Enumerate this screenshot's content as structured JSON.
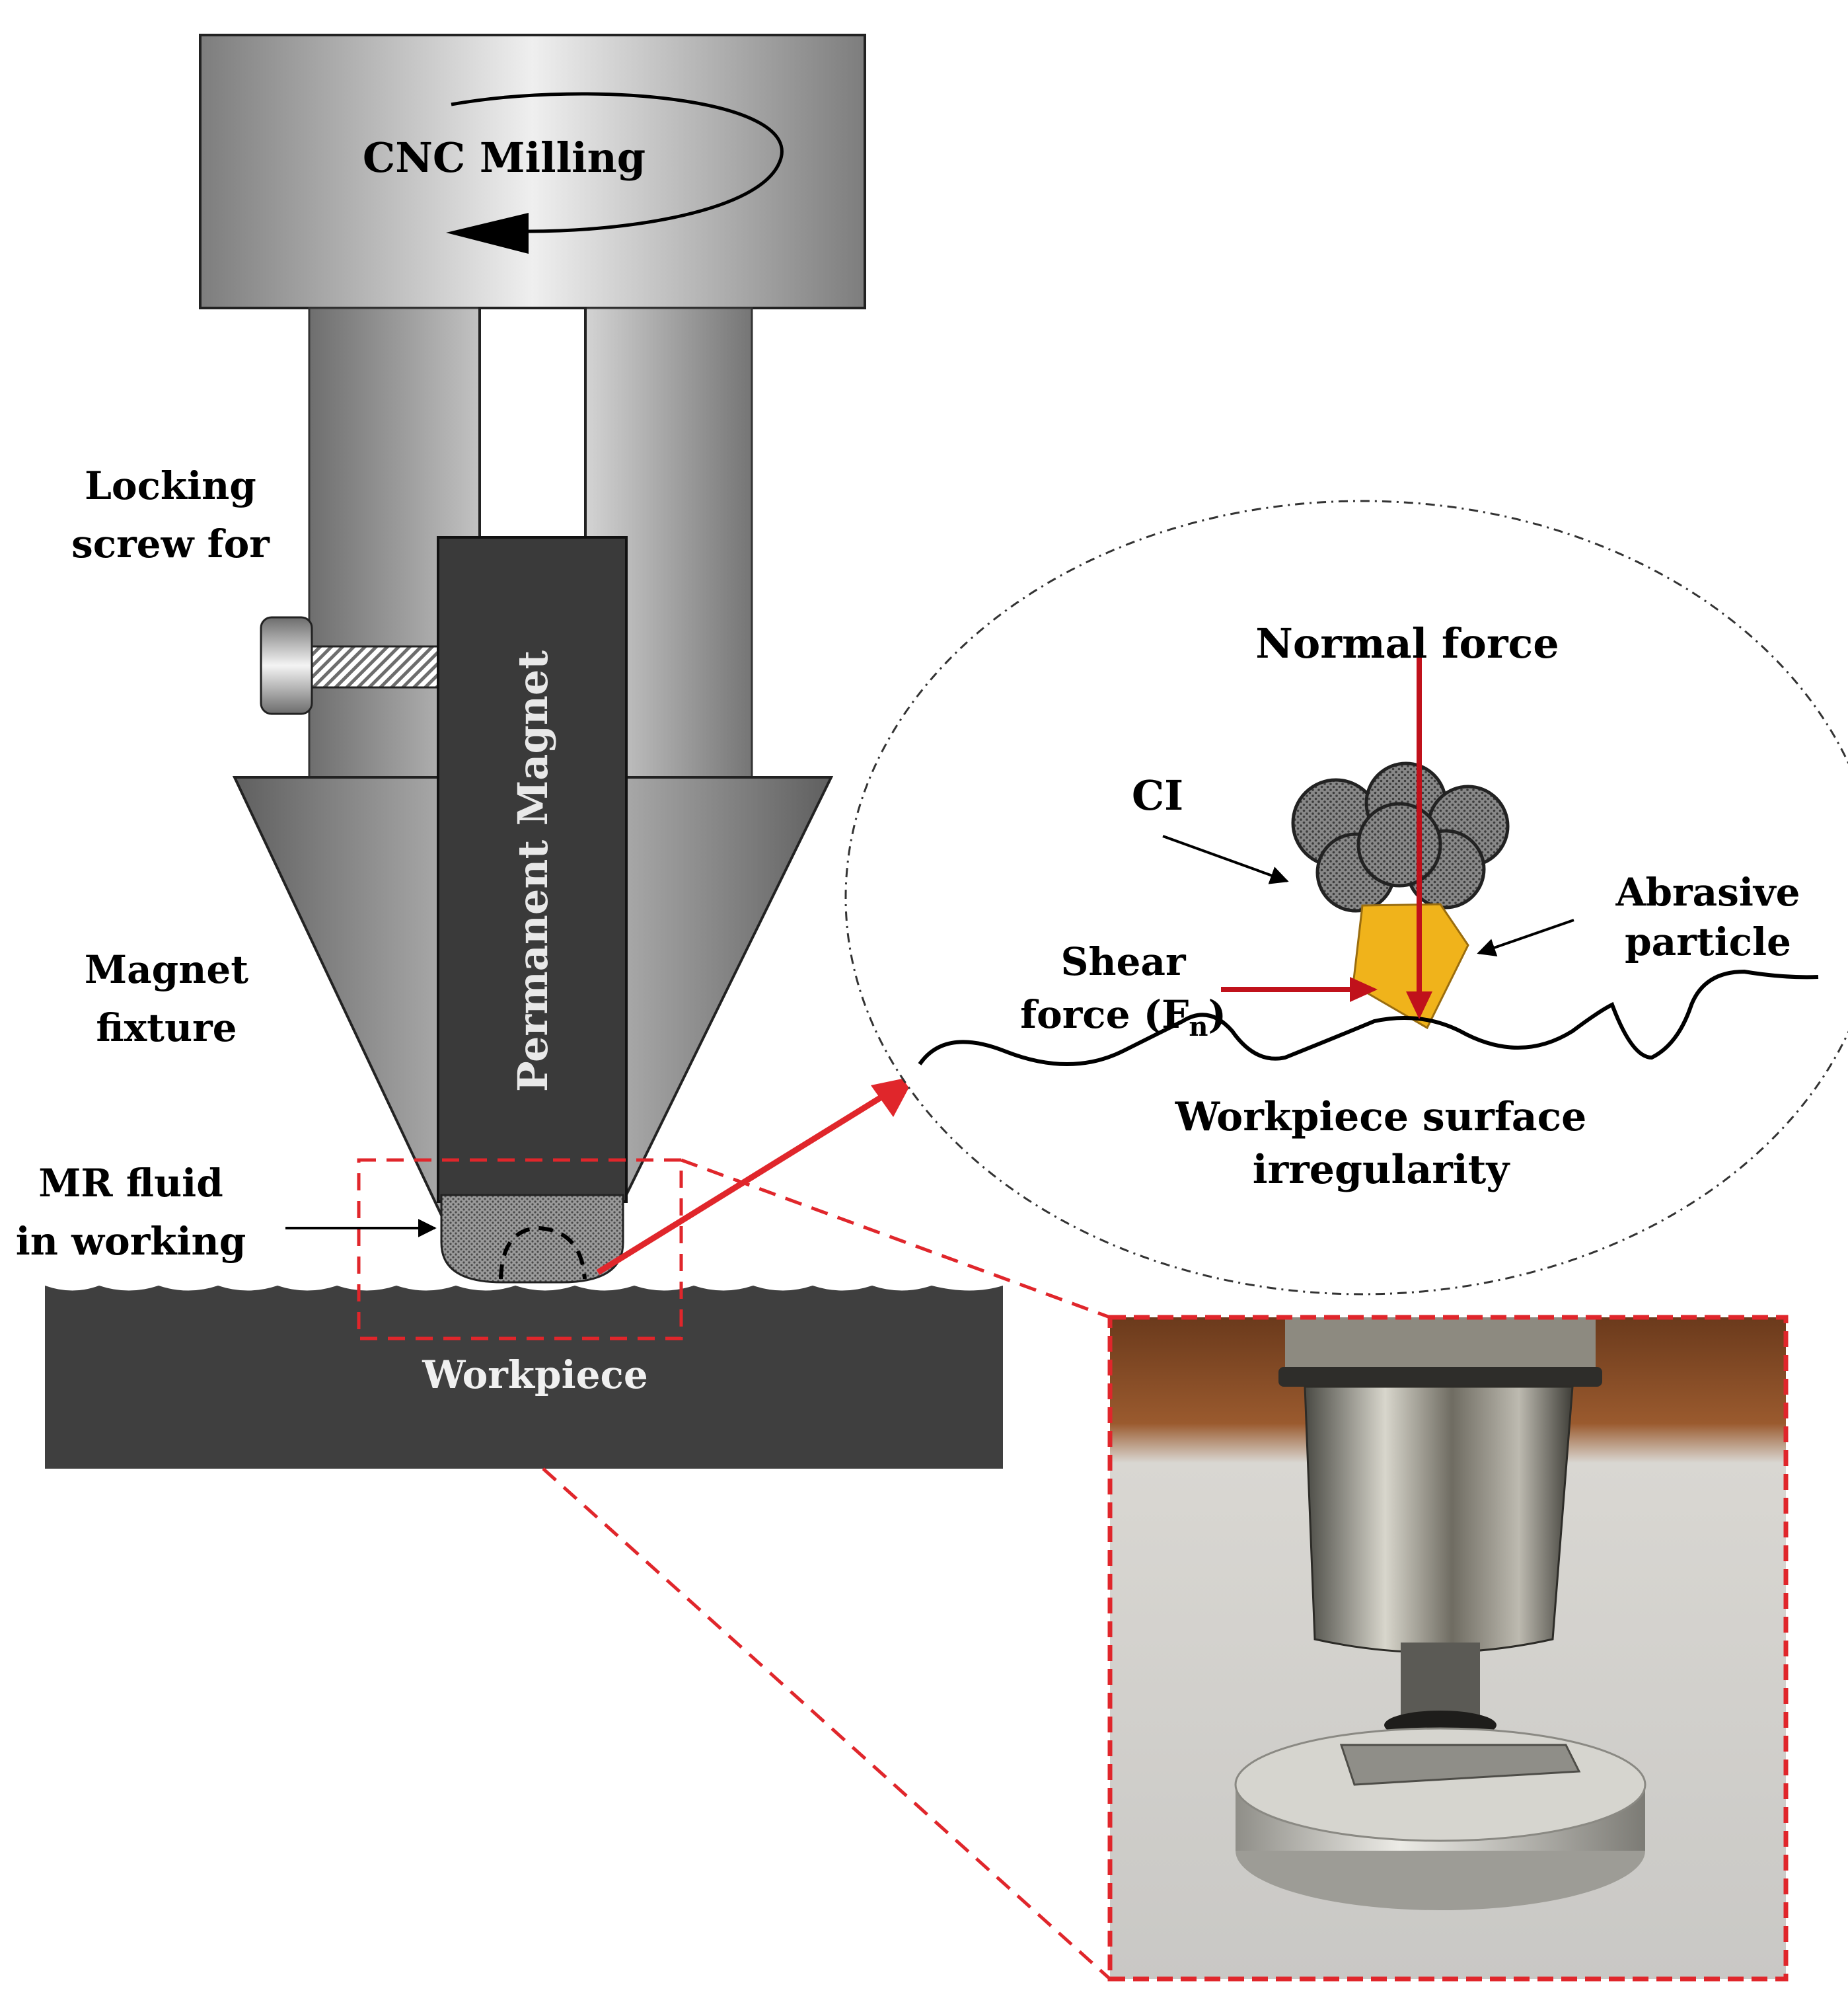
{
  "labels": {
    "cnc_milling": "CNC Milling",
    "locking_screw_line1": "Locking",
    "locking_screw_line2": "screw for",
    "permanent_magnet": "Permanent Magnet",
    "magnet_fixture_line1": "Magnet",
    "magnet_fixture_line2": "fixture",
    "mr_fluid_line1": "MR fluid",
    "mr_fluid_line2": "in working",
    "workpiece": "Workpiece",
    "normal_force": "Normal force",
    "ci": "CI",
    "abrasive_line1": "Abrasive",
    "abrasive_line2": "particle",
    "shear_line1": "Shear",
    "shear_line2_prefix": "force (F",
    "shear_line2_sub": "n",
    "shear_line2_suffix": ")",
    "surface_line1": "Workpiece surface",
    "surface_line2": "irregularity"
  },
  "colors": {
    "force_arrow": "#c0111b",
    "callout_dash": "#e0262b",
    "abrasive": "#f0b31b",
    "magnet": "#3a3a3a",
    "workpiece": "#3f3f3f"
  }
}
